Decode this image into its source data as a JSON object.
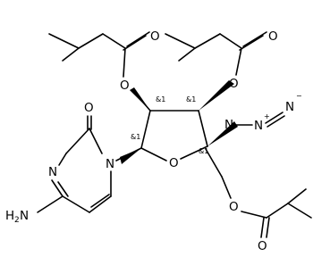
{
  "atoms": {
    "o_carbonyl_left": "O",
    "o_ester_left": "O",
    "o_carbonyl_mid": "O",
    "o_ester_mid": "O",
    "azide_n1": "N",
    "azide_n2": "N",
    "azide_n3": "N",
    "ring_o": "O",
    "o_ester_ch2": "O",
    "o_carbonyl_bottom": "O",
    "n_ring_1": "N",
    "n_ring_3": "N",
    "o_cytosine": "O",
    "amine_h": "H",
    "amine_h_count": "2",
    "amine_n": "N"
  },
  "charges": {
    "azide_plus": "+",
    "azide_minus": "−"
  },
  "stereo_labels": {
    "c2": "&1",
    "c3": "&1",
    "c1": "&1",
    "c4": "&1"
  }
}
